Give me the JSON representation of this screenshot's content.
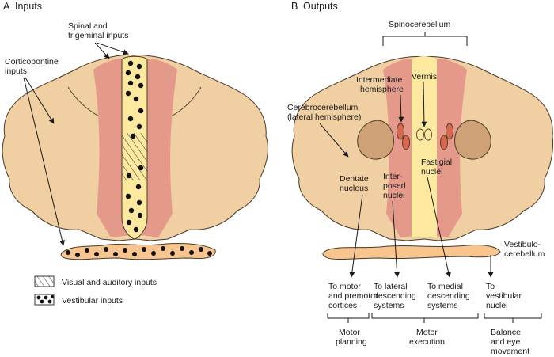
{
  "colors": {
    "tan": "#f0cfa2",
    "tan_dark": "#e7bf8c",
    "pink": "#e4998a",
    "yellow": "#fde8a0",
    "orange_band": "#f7c58d",
    "nucleus_dark": "#d9684e",
    "dentate_fill": "#cfa176",
    "outline": "#4a3a2a",
    "dot": "#111111"
  },
  "panel_a": {
    "letter": "A",
    "title": "Inputs",
    "spinal_label": [
      "Spinal and",
      "trigeminal inputs"
    ],
    "corticopontine_label": [
      "Corticopontine",
      "inputs"
    ],
    "legend": {
      "visual": "Visual and auditory inputs",
      "vestibular": "Vestibular inputs"
    }
  },
  "panel_b": {
    "letter": "B",
    "title": "Outputs",
    "spinocerebellum": "Spinocerebellum",
    "vermis": "Vermis",
    "intermediate": [
      "Intermediate",
      "hemisphere"
    ],
    "cerebrocerebellum": [
      "Cerebrocerebellum",
      "(lateral hemisphere)"
    ],
    "dentate": [
      "Dentate",
      "nucleus"
    ],
    "interposed": [
      "Inter-",
      "posed",
      "nuclei"
    ],
    "fastigial": [
      "Fastigial",
      "nuclei"
    ],
    "vestibulocerebellum": [
      "Vestibulo-",
      "cerebellum"
    ],
    "targets": [
      [
        "To motor",
        "and premotor",
        "cortices"
      ],
      [
        "To lateral",
        "descending",
        "systems"
      ],
      [
        "To medial",
        "descending",
        "systems"
      ],
      [
        "To",
        "vestibular",
        "nuclei"
      ]
    ],
    "functions": [
      [
        "Motor",
        "planning"
      ],
      [
        "Motor",
        "execution"
      ],
      [
        "Balance",
        "and eye",
        "movement"
      ]
    ]
  }
}
